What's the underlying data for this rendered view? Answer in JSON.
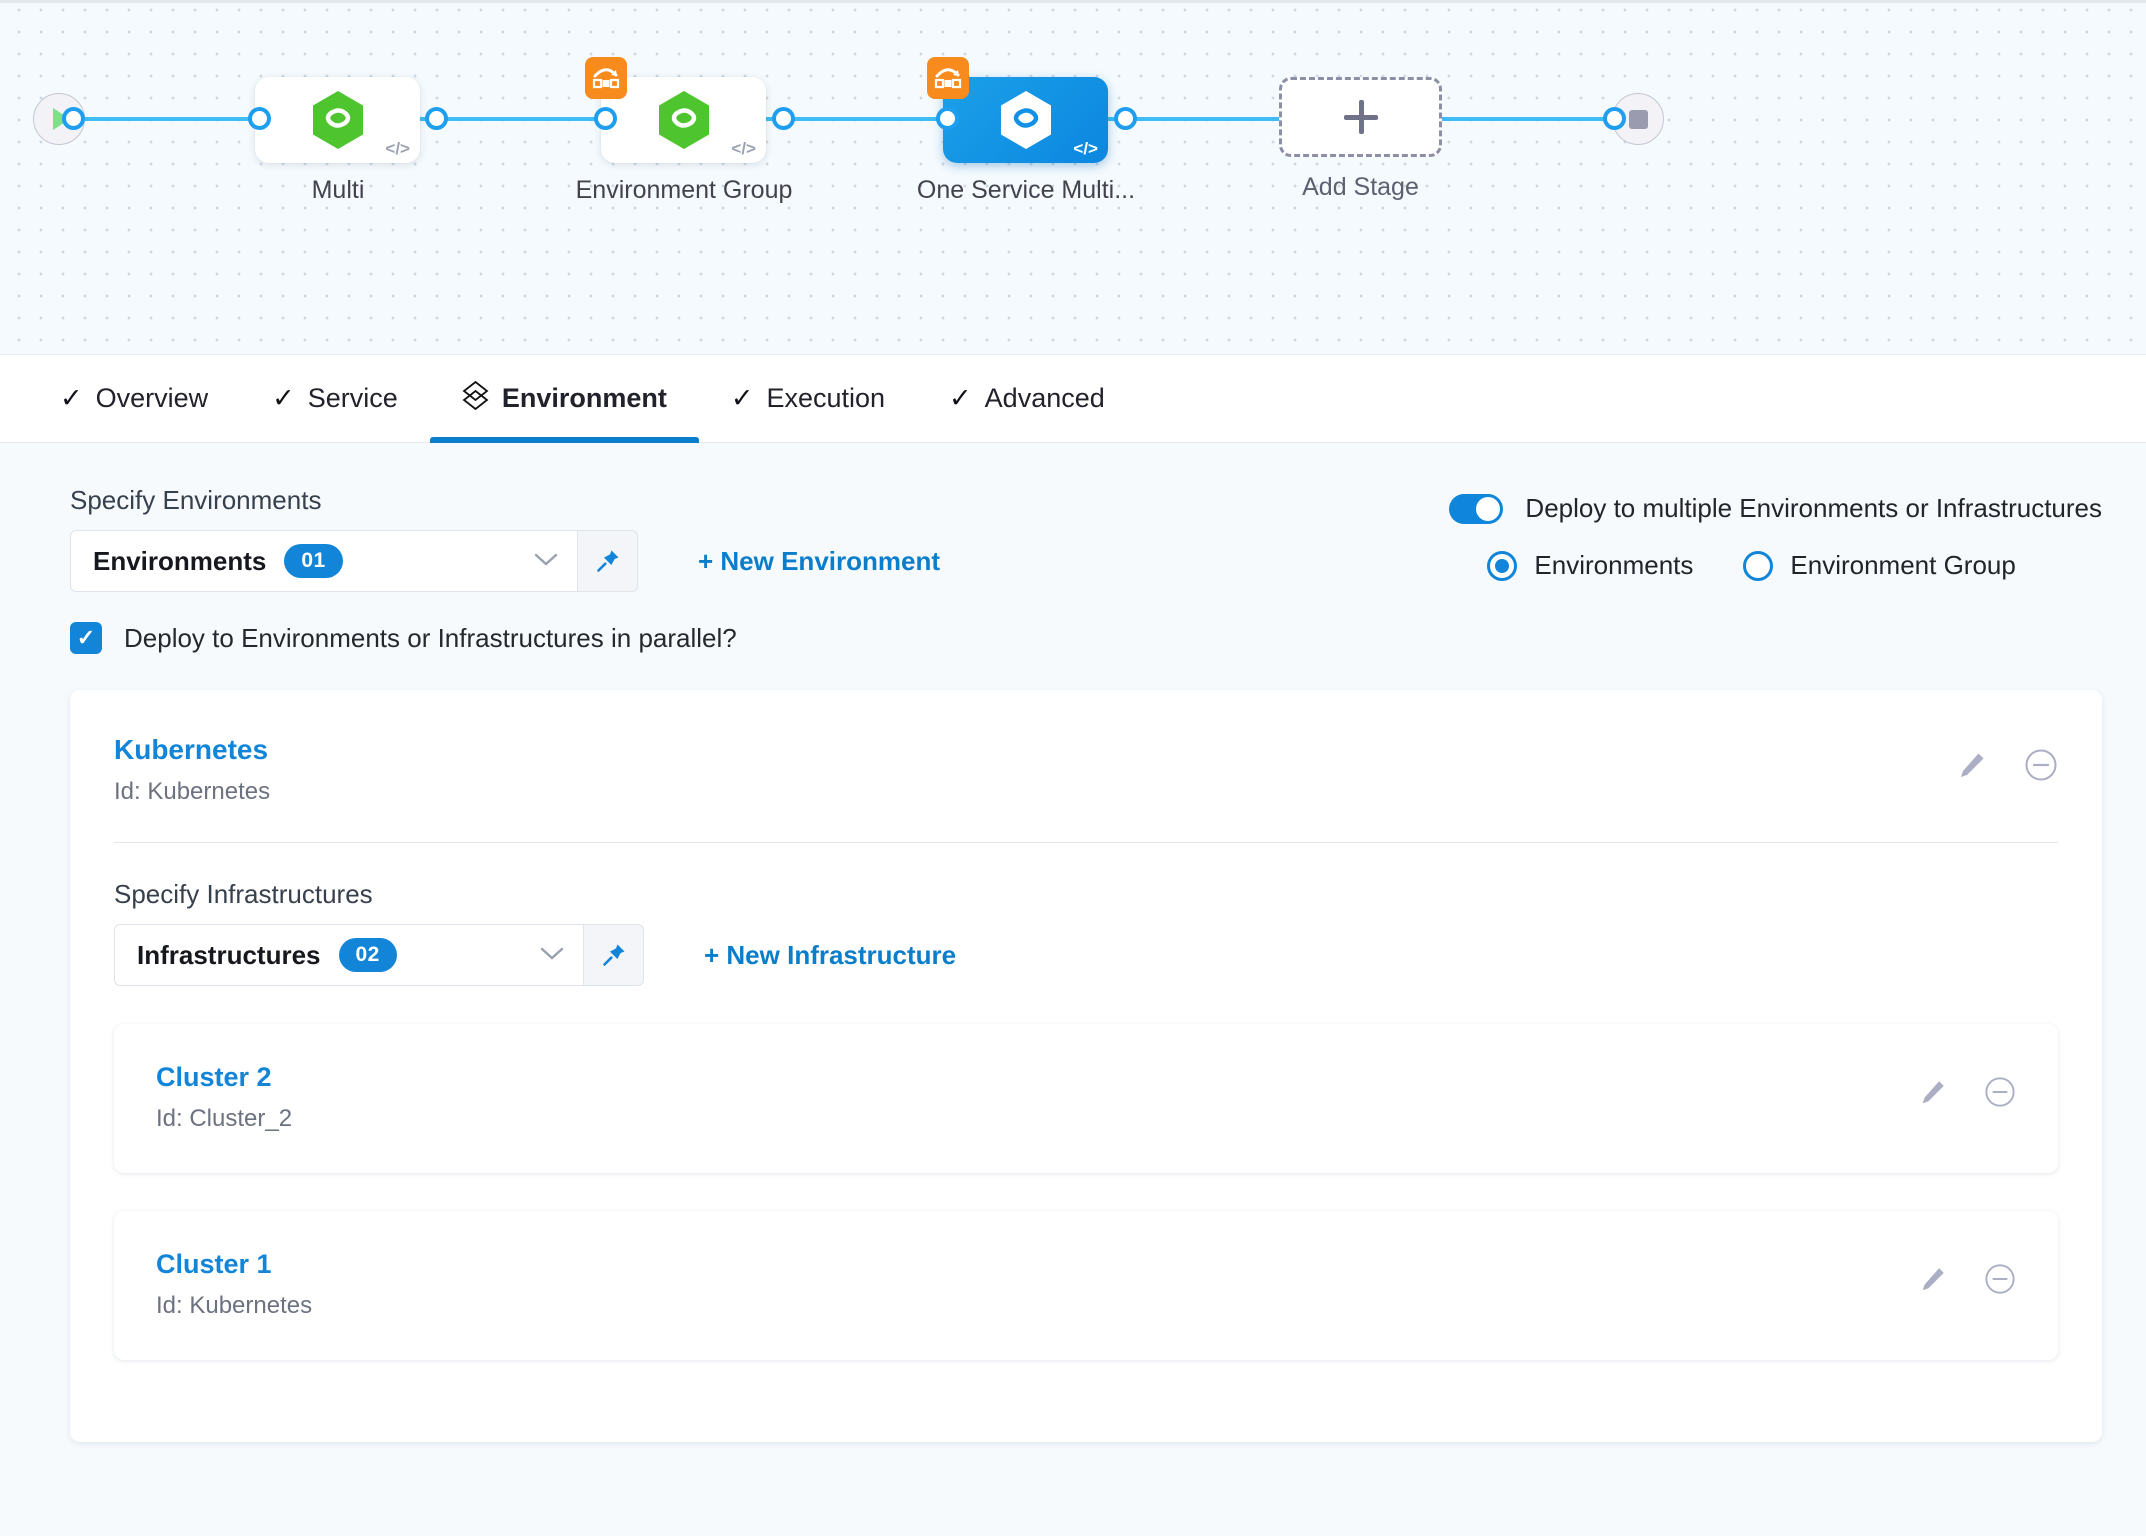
{
  "pipeline": {
    "start_node": "start-node",
    "end_node": "end-node",
    "stages": [
      {
        "label": "Multi",
        "selected": false,
        "has_matrix_badge": false
      },
      {
        "label": "Environment Group",
        "selected": false,
        "has_matrix_badge": true
      },
      {
        "label": "One Service Multi...",
        "selected": true,
        "has_matrix_badge": true
      }
    ],
    "add_stage_label": "Add Stage"
  },
  "tabs": [
    {
      "label": "Overview",
      "icon": "check-icon",
      "active": false
    },
    {
      "label": "Service",
      "icon": "check-icon",
      "active": false
    },
    {
      "label": "Environment",
      "icon": "layers-icon",
      "active": true
    },
    {
      "label": "Execution",
      "icon": "check-icon",
      "active": false
    },
    {
      "label": "Advanced",
      "icon": "check-icon",
      "active": false
    }
  ],
  "environments_section": {
    "label": "Specify Environments",
    "select_value": "Environments",
    "count": "01",
    "new_link": "+ New Environment"
  },
  "multi_deploy": {
    "toggle_label": "Deploy to multiple Environments or Infrastructures",
    "toggle_on": true,
    "options": [
      {
        "label": "Environments",
        "selected": true
      },
      {
        "label": "Environment Group",
        "selected": false
      }
    ]
  },
  "parallel_checkbox": {
    "label": "Deploy to Environments or Infrastructures in parallel?",
    "checked": true
  },
  "environment": {
    "name": "Kubernetes",
    "id": "Id: Kubernetes",
    "infrastructures_label": "Specify Infrastructures",
    "infra_select_value": "Infrastructures",
    "infra_count": "02",
    "infra_new_link": "+ New Infrastructure",
    "infrastructures": [
      {
        "name": "Cluster 2",
        "id": "Id: Cluster_2"
      },
      {
        "name": "Cluster 1",
        "id": "Id: Kubernetes"
      }
    ]
  },
  "colors": {
    "accent": "#1285d8",
    "link": "#0b7ecb",
    "canvas_bg": "#f4fafd",
    "wire": "#3dbcf5",
    "badge_orange": "#f78b1e",
    "hex_green": "#4ec52e",
    "page_bg": "#f6fafd"
  }
}
